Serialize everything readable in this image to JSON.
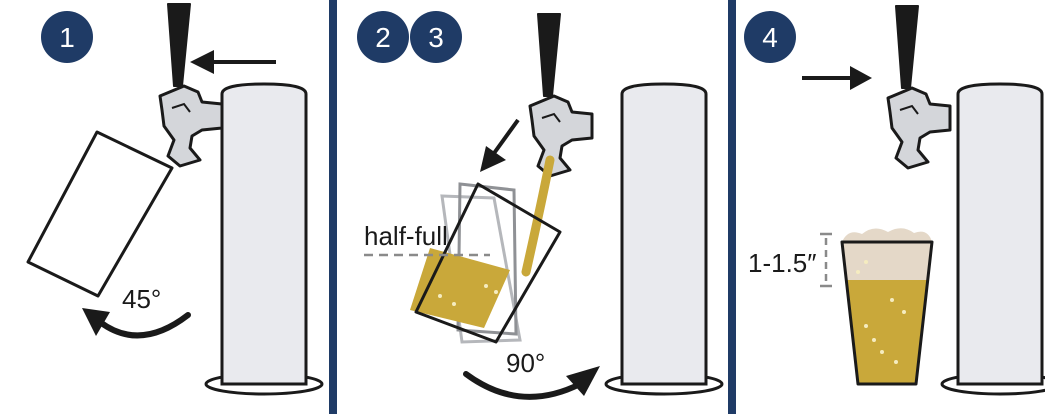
{
  "steps": [
    {
      "numbers": [
        "1"
      ],
      "angle_label": "45°"
    },
    {
      "numbers": [
        "2",
        "3"
      ],
      "angle_label": "90°",
      "level_label": "half-full"
    },
    {
      "numbers": [
        "4"
      ],
      "foam_label": "1-1.5″"
    }
  ],
  "colors": {
    "badge": "#1f3b66",
    "divider": "#1f3b66",
    "beer": "#c9a83a",
    "foam": "#e4d8c8",
    "tower": "#e9eaee",
    "ink": "#1a1a1a",
    "faucet": "#d4d6da"
  }
}
